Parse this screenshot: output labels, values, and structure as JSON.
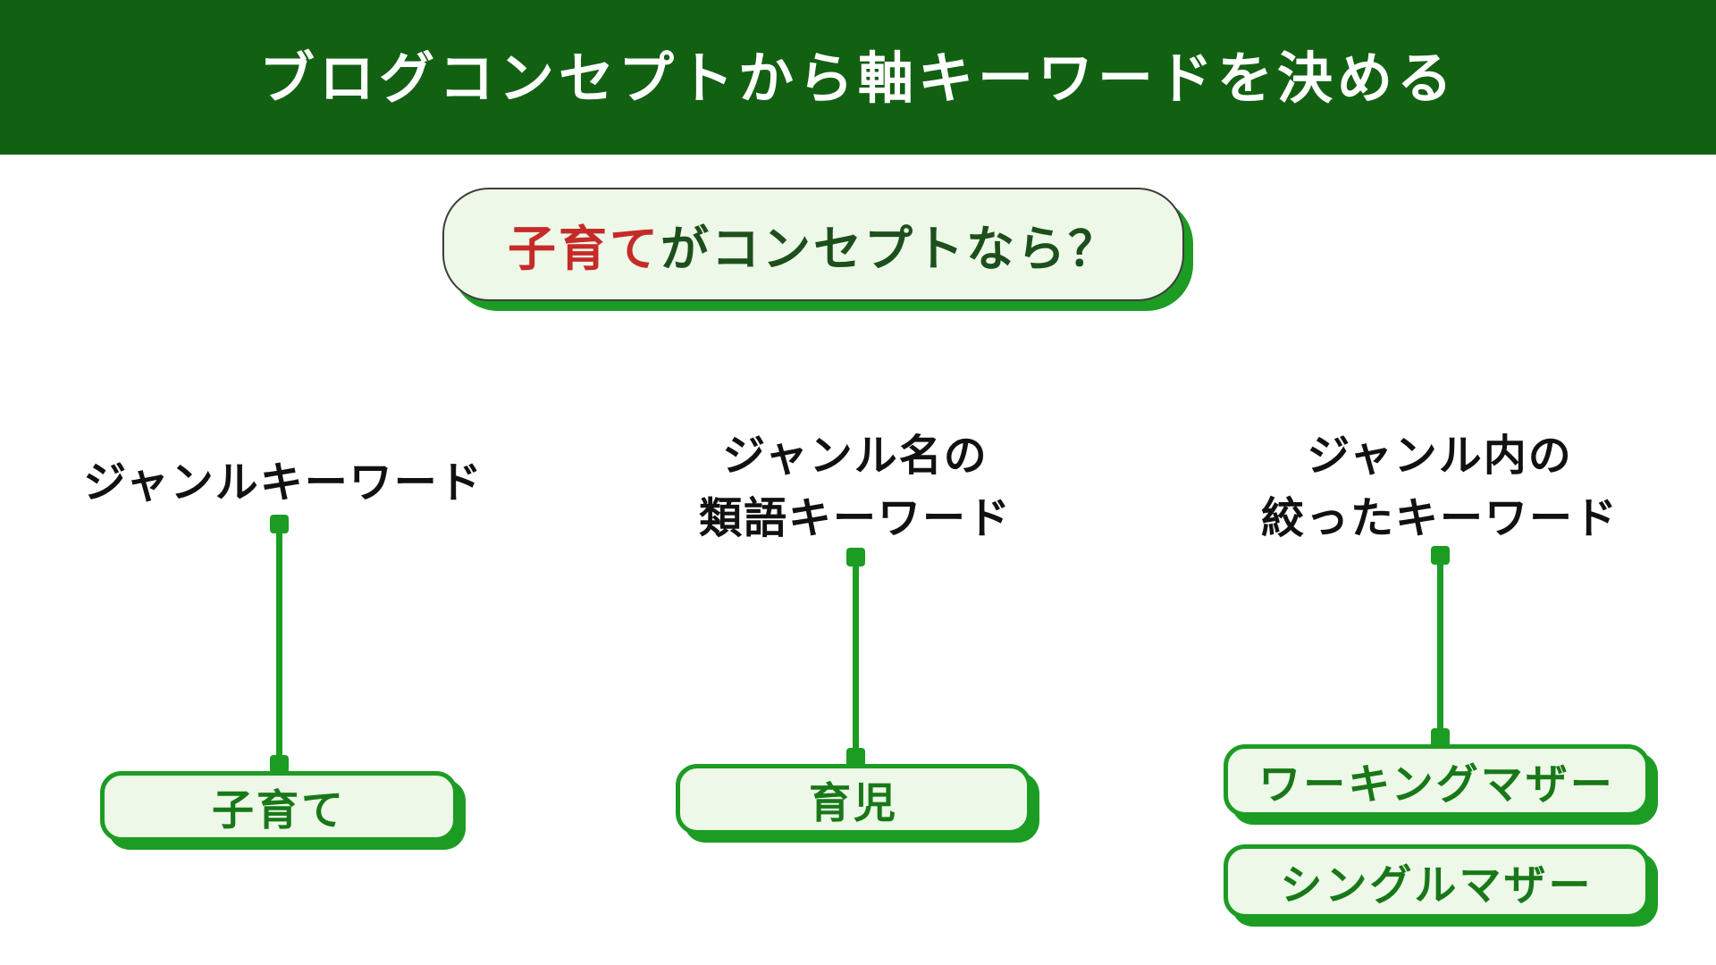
{
  "banner": {
    "title": "ブログコンセプトから軸キーワードを決める"
  },
  "badge": {
    "highlight": "子育て",
    "rest": "がコンセプトなら？"
  },
  "columns": [
    {
      "label_lines": [
        "ジャンルキーワード"
      ],
      "boxes": [
        "子育て"
      ]
    },
    {
      "label_lines": [
        "ジャンル名の",
        "類語キーワード"
      ],
      "boxes": [
        "育児"
      ]
    },
    {
      "label_lines": [
        "ジャンル内の",
        "絞ったキーワード"
      ],
      "boxes": [
        "ワーキングマザー",
        "シングルマザー"
      ]
    }
  ],
  "colors": {
    "banner_green": "#126112",
    "green": "#1d9c24",
    "box_fill": "#edf8e8",
    "box_text_green": "#187818",
    "badge_text_green": "#1d4f1d",
    "badge_border": "#3d3d3d",
    "highlight_red": "#c52b28",
    "label_black": "#111111",
    "title_white": "#ffffff"
  }
}
